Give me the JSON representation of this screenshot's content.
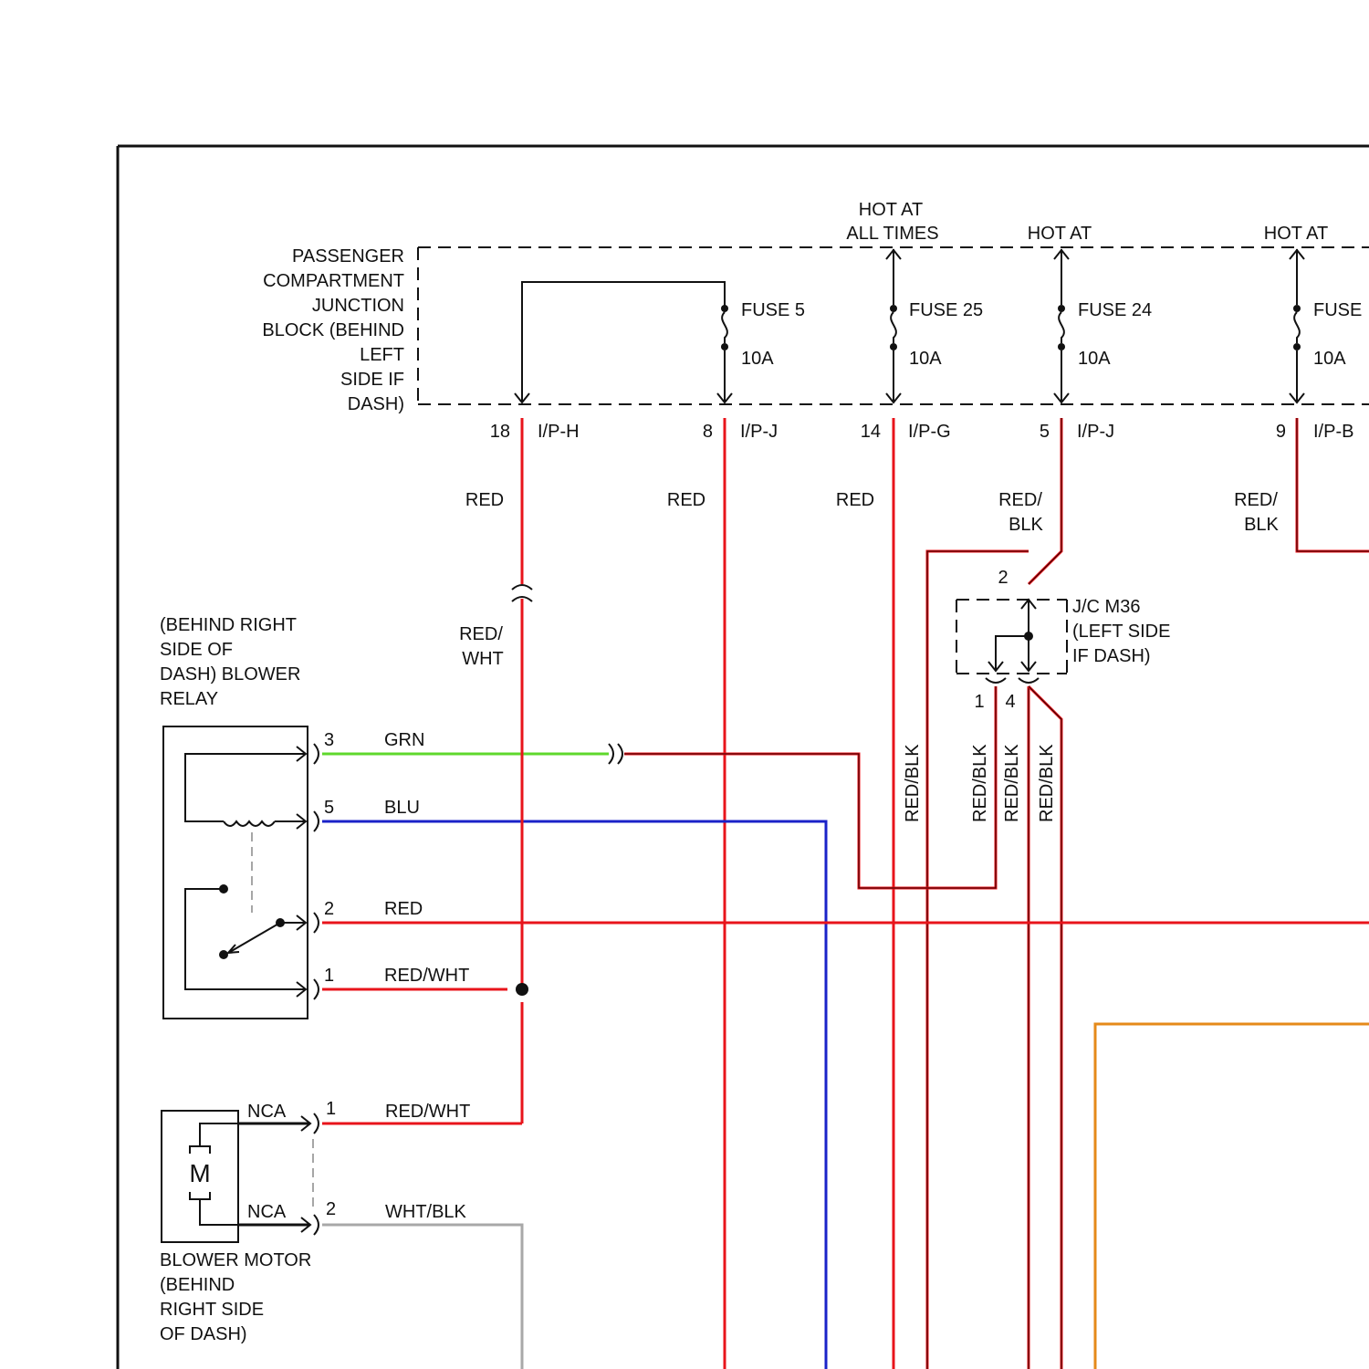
{
  "colors": {
    "red": "#e8141b",
    "green": "#5fd82c",
    "blue": "#1a22c8",
    "orange": "#e58a1a",
    "gray": "#a8a8a8",
    "black": "#111111"
  },
  "junction_block": {
    "label_lines": [
      "PASSENGER",
      "COMPARTMENT",
      "JUNCTION",
      "BLOCK (BEHIND",
      "LEFT",
      "SIDE IF",
      "DASH)"
    ]
  },
  "hot_labels": {
    "fuse25_lines": [
      "HOT AT",
      "ALL TIMES"
    ],
    "fuse24": "HOT AT",
    "fuse_right": "HOT AT"
  },
  "fuses": [
    {
      "name": "FUSE 5",
      "rating": "10A"
    },
    {
      "name": "FUSE 25",
      "rating": "10A"
    },
    {
      "name": "FUSE 24",
      "rating": "10A"
    },
    {
      "name": "FUSE",
      "rating": "10A"
    }
  ],
  "terminals": [
    {
      "pin": "18",
      "connector": "I/P-H"
    },
    {
      "pin": "8",
      "connector": "I/P-J"
    },
    {
      "pin": "14",
      "connector": "I/P-G"
    },
    {
      "pin": "5",
      "connector": "I/P-J"
    },
    {
      "pin": "9",
      "connector": "I/P-B"
    }
  ],
  "wire_colors_top": {
    "w1": "RED",
    "w2": "RED",
    "w3": "RED",
    "w4_lines": [
      "RED/",
      "BLK"
    ],
    "w5_lines": [
      "RED/",
      "BLK"
    ],
    "w1_lower_lines": [
      "RED/",
      "WHT"
    ]
  },
  "jc_m36": {
    "pin_top": "2",
    "label_lines": [
      "J/C M36",
      "(LEFT SIDE",
      "IF DASH)"
    ],
    "pin_left": "1",
    "pin_right": "4"
  },
  "vertical_labels": [
    "RED/BLK",
    "RED/BLK",
    "RED/BLK",
    "RED/BLK"
  ],
  "blower_relay": {
    "label_lines": [
      "(BEHIND RIGHT",
      "SIDE OF",
      "DASH) BLOWER",
      "RELAY"
    ],
    "pins": [
      {
        "pin": "3",
        "wire": "GRN"
      },
      {
        "pin": "5",
        "wire": "BLU"
      },
      {
        "pin": "2",
        "wire": "RED"
      },
      {
        "pin": "1",
        "wire": "RED/WHT"
      }
    ]
  },
  "blower_motor": {
    "symbol": "M",
    "label_lines": [
      "BLOWER MOTOR",
      "(BEHIND",
      "RIGHT SIDE",
      "OF DASH)"
    ],
    "pins": [
      {
        "pin": "1",
        "nca": "NCA",
        "wire": "RED/WHT"
      },
      {
        "pin": "2",
        "nca": "NCA",
        "wire": "WHT/BLK"
      }
    ]
  }
}
